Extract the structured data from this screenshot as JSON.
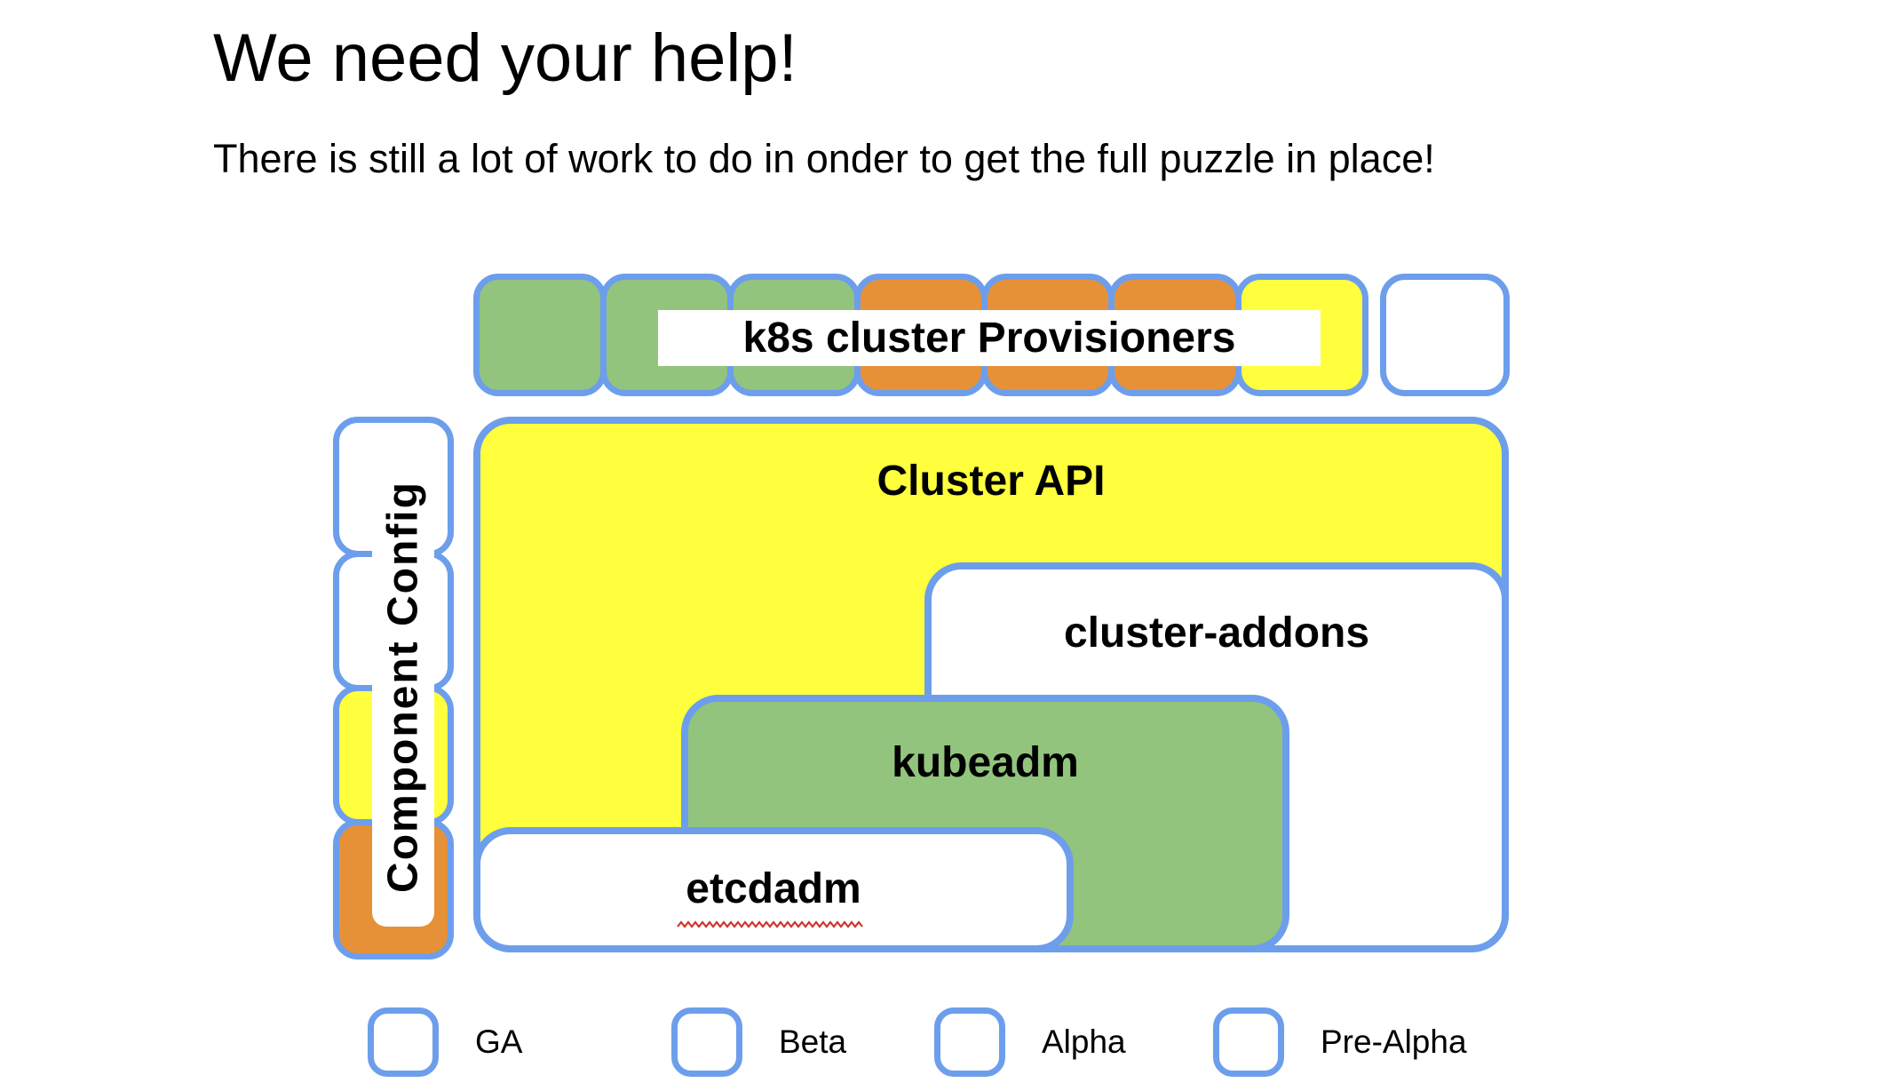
{
  "title": "We need your help!",
  "subtitle": "There is still a lot of work to do in onder to get the full puzzle in place!",
  "colors": {
    "ga": "#93c47d",
    "beta": "#e69138",
    "alpha": "#ffff3e",
    "pre_alpha": "#ffffff",
    "border": "#6d9eeb",
    "spellcheck": "#d0342c"
  },
  "diagram": {
    "provisioners_label": "k8s cluster Provisioners",
    "provisioner_pieces": [
      "ga",
      "ga",
      "ga",
      "beta",
      "beta",
      "beta",
      "alpha",
      "pre_alpha"
    ],
    "component_config": {
      "label": "Component Config",
      "pieces": [
        "pre_alpha",
        "pre_alpha",
        "alpha",
        "beta"
      ]
    },
    "boxes": {
      "cluster_api": {
        "label": "Cluster API",
        "status": "alpha"
      },
      "cluster_addons": {
        "label": "cluster-addons",
        "status": "pre_alpha"
      },
      "kubeadm": {
        "label": "kubeadm",
        "status": "ga"
      },
      "etcdadm": {
        "label": "etcdadm",
        "status": "pre_alpha",
        "spellcheck_underline": true
      }
    }
  },
  "legend": {
    "items": [
      {
        "label": "GA",
        "status": "ga"
      },
      {
        "label": "Beta",
        "status": "beta"
      },
      {
        "label": "Alpha",
        "status": "alpha"
      },
      {
        "label": "Pre-Alpha",
        "status": "pre_alpha"
      }
    ]
  }
}
